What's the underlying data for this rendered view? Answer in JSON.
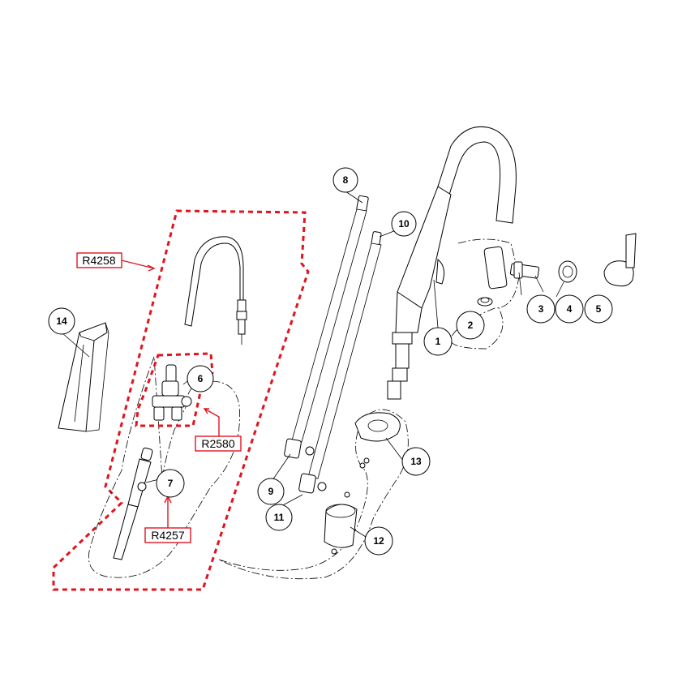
{
  "callouts": [
    {
      "id": "1",
      "label": "1"
    },
    {
      "id": "2",
      "label": "2"
    },
    {
      "id": "3",
      "label": "3"
    },
    {
      "id": "4",
      "label": "4"
    },
    {
      "id": "5",
      "label": "5"
    },
    {
      "id": "6",
      "label": "6"
    },
    {
      "id": "7",
      "label": "7"
    },
    {
      "id": "8",
      "label": "8"
    },
    {
      "id": "9",
      "label": "9"
    },
    {
      "id": "10",
      "label": "10"
    },
    {
      "id": "11",
      "label": "11"
    },
    {
      "id": "12",
      "label": "12"
    },
    {
      "id": "13",
      "label": "13"
    },
    {
      "id": "14",
      "label": "14"
    }
  ],
  "kit_labels": {
    "hose_kit": "R4258",
    "diverter_kit": "R2580",
    "weight_kit": "R4257"
  },
  "colors": {
    "kit_outline": "#e0141e",
    "line": "#000000",
    "background": "#ffffff"
  }
}
